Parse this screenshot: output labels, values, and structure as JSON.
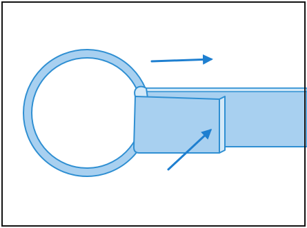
{
  "diagram": {
    "subject": "strap-looped-through-ring",
    "colors": {
      "background": "#ffffff",
      "frame": "#111111",
      "strap_fill": "#a8d0f0",
      "strap_top": "#d4e9f8",
      "ring_fill": "#a8d0f0",
      "outline": "#2f8fd2",
      "arrow": "#1e7fd0"
    },
    "arrows": [
      {
        "name": "pull-direction-arrow",
        "direction": "right"
      },
      {
        "name": "fold-pointer-arrow",
        "direction": "up-right"
      }
    ]
  }
}
